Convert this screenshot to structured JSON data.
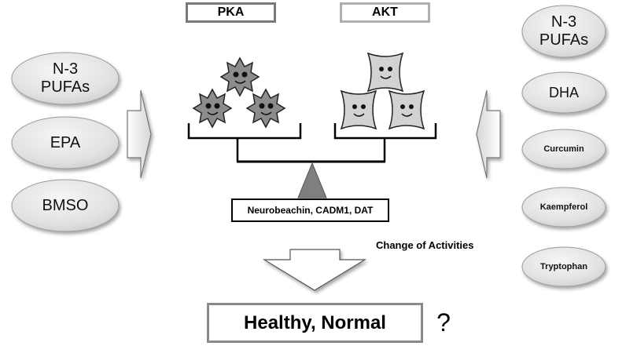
{
  "top_labels": {
    "pka": "PKA",
    "akt": "AKT"
  },
  "left_ovals": [
    "N-3\nPUFAs",
    "EPA",
    "BMSO"
  ],
  "right_ovals": [
    "N-3\nPUFAs",
    "DHA",
    "Curcumin",
    "Kaempferol",
    "Tryptophan"
  ],
  "middle_label": "Neurobeachin, CADM1, DAT",
  "change_label": "Change of Activities",
  "result_label": "Healthy, Normal",
  "question_mark": "?"
}
